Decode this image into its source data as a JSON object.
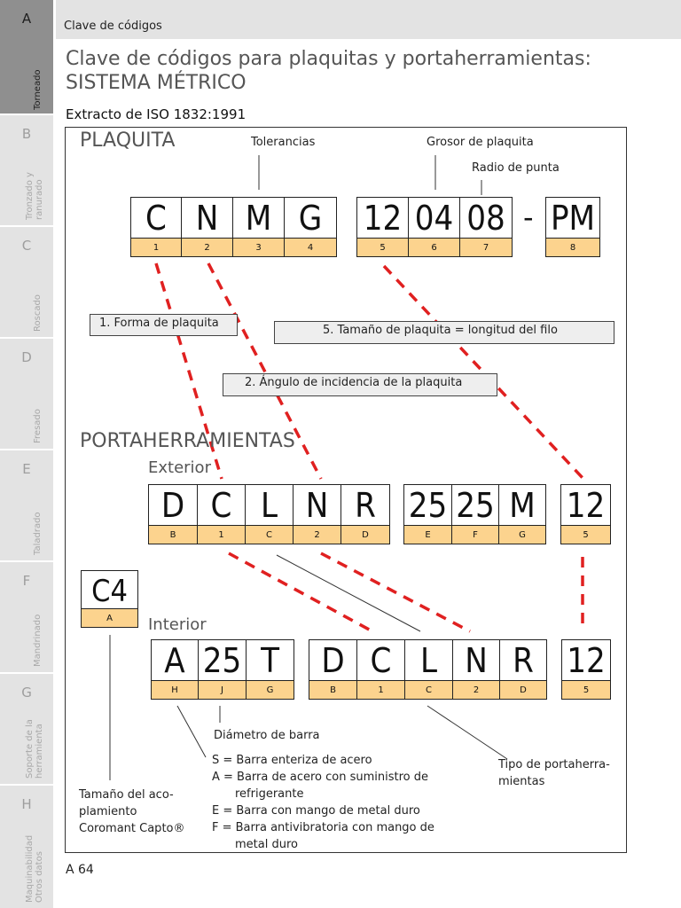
{
  "header": {
    "title": "Clave de códigos"
  },
  "title": {
    "line1": "Clave de códigos para plaquitas y portaherramientas:",
    "line2": "SISTEMA MÉTRICO"
  },
  "subtitle": "Extracto de ISO 1832:1991",
  "sidebar": {
    "tabs": [
      {
        "letter": "A",
        "label_lines": [
          "Torneado"
        ],
        "active": true
      },
      {
        "letter": "B",
        "label_lines": [
          "Tronzado y",
          "ranurado"
        ],
        "active": false
      },
      {
        "letter": "C",
        "label_lines": [
          "Roscado"
        ],
        "active": false
      },
      {
        "letter": "D",
        "label_lines": [
          "Fresado"
        ],
        "active": false
      },
      {
        "letter": "E",
        "label_lines": [
          "Taladrado"
        ],
        "active": false
      },
      {
        "letter": "F",
        "label_lines": [
          "Mandrinado"
        ],
        "active": false
      },
      {
        "letter": "G",
        "label_lines": [
          "Soporte de la",
          "herramienta"
        ],
        "active": false
      },
      {
        "letter": "H",
        "label_lines": [
          "Maquinabilidad",
          "Otros datos"
        ],
        "active": false
      }
    ]
  },
  "plaquita": {
    "heading": "PLAQUITA",
    "labels": {
      "tolerancias": "Tolerancias",
      "grosor": "Grosor de plaquita",
      "radio": "Radio de punta"
    },
    "cells": [
      {
        "code": "C",
        "idx": "1"
      },
      {
        "code": "N",
        "idx": "2"
      },
      {
        "code": "M",
        "idx": "3"
      },
      {
        "code": "G",
        "idx": "4"
      },
      {
        "code": "12",
        "idx": "5"
      },
      {
        "code": "04",
        "idx": "6"
      },
      {
        "code": "08",
        "idx": "7"
      },
      {
        "code": "PM",
        "idx": "8"
      }
    ],
    "dash": "-"
  },
  "boxes": {
    "forma": "1. Forma de plaquita",
    "tamano": "5. Tamaño de plaquita = longitud del filo",
    "angulo": "2. Ángulo de incidencia de la plaquita"
  },
  "portaherramientas": {
    "heading": "PORTAHERRAMIENTAS",
    "exterior": "Exterior",
    "interior": "Interior",
    "exterior_cells": [
      {
        "code": "D",
        "idx": "B"
      },
      {
        "code": "C",
        "idx": "1"
      },
      {
        "code": "L",
        "idx": "C"
      },
      {
        "code": "N",
        "idx": "2"
      },
      {
        "code": "R",
        "idx": "D"
      },
      {
        "code": "25",
        "idx": "E"
      },
      {
        "code": "25",
        "idx": "F"
      },
      {
        "code": "M",
        "idx": "G"
      },
      {
        "code": "12",
        "idx": "5"
      }
    ],
    "capto_cell": {
      "code": "C4",
      "idx": "A"
    },
    "interior_cells": [
      {
        "code": "A",
        "idx": "H"
      },
      {
        "code": "25",
        "idx": "J"
      },
      {
        "code": "T",
        "idx": "G"
      },
      {
        "code": "D",
        "idx": "B"
      },
      {
        "code": "C",
        "idx": "1"
      },
      {
        "code": "L",
        "idx": "C"
      },
      {
        "code": "N",
        "idx": "2"
      },
      {
        "code": "R",
        "idx": "D"
      },
      {
        "code": "12",
        "idx": "5"
      }
    ]
  },
  "notes": {
    "diametro": "Diámetro de barra",
    "barra_types": [
      "S = Barra enteriza de acero",
      "A = Barra de acero con suministro de",
      "refrigerante",
      "E = Barra con mango de metal duro",
      "F = Barra antivibratoria con mango de",
      "metal duro"
    ],
    "tipo_lines": [
      "Tipo de portaherra-",
      "mientas"
    ],
    "capto_lines": [
      "Tamaño del aco-",
      "plamiento",
      "Coromant Capto®"
    ]
  },
  "footer": {
    "page": "A 64"
  },
  "colors": {
    "index_fill": "#fcd38e",
    "dashed_line": "#e02020",
    "sidebar_active": "#8f8f8f",
    "sidebar": "#e3e3e3"
  }
}
